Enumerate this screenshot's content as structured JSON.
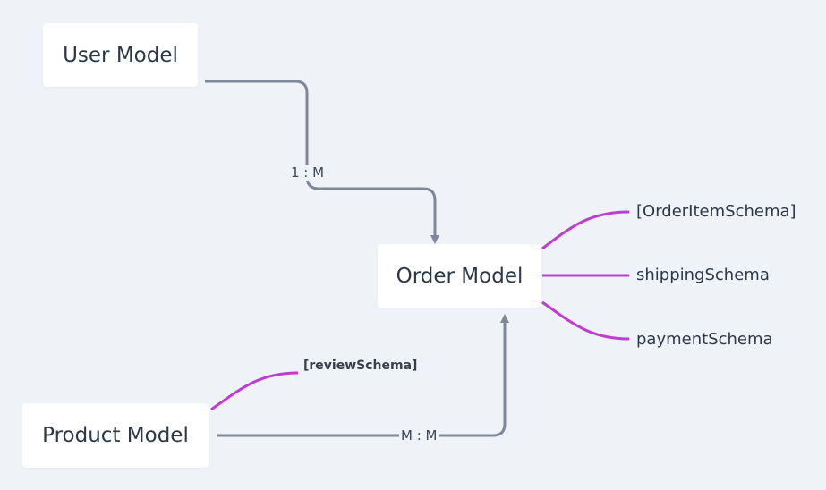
{
  "nodes": {
    "user": "User Model",
    "order": "Order Model",
    "product": "Product Model"
  },
  "relations": {
    "user_order": "1 : M",
    "product_order": "M : M"
  },
  "order_children": [
    "[OrderItemSchema]",
    "shippingSchema",
    "paymentSchema"
  ],
  "product_children": [
    "[reviewSchema]"
  ],
  "colors": {
    "background": "#eff3f8",
    "connector": "#7d8898",
    "branch": "#c03bd0"
  }
}
